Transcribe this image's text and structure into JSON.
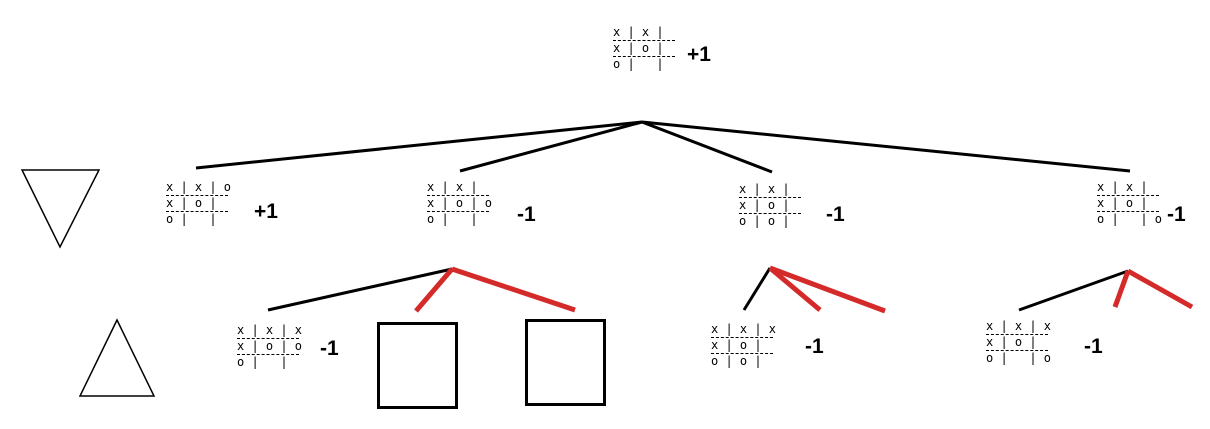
{
  "colors": {
    "edge": "#000000",
    "pruned_edge": "#d42a2a"
  },
  "icons": {
    "min_level": "min-triangle-down-icon",
    "max_level": "max-triangle-up-icon"
  },
  "root": {
    "rows": [
      "x | x |",
      "x | o |",
      "o |   |"
    ],
    "score": "+1"
  },
  "min_nodes": [
    {
      "rows": [
        "x | x | o",
        "x | o |",
        "o |   |"
      ],
      "score": "+1"
    },
    {
      "rows": [
        "x | x |",
        "x | o | o",
        "o |   |"
      ],
      "score": "-1"
    },
    {
      "rows": [
        "x | x |",
        "x | o |",
        "o | o |"
      ],
      "score": "-1"
    },
    {
      "rows": [
        "x | x |",
        "x | o |",
        "o |   | o"
      ],
      "score": "-1"
    }
  ],
  "max_nodes": [
    {
      "rows": [
        "x | x | x",
        "x | o | o",
        "o |   |"
      ],
      "score": "-1"
    },
    {
      "rows": [
        "x | x | x",
        "x | o |",
        "o | o |"
      ],
      "score": "-1"
    },
    {
      "rows": [
        "x | x | x",
        "x | o |",
        "o |   | o"
      ],
      "score": "-1"
    }
  ]
}
